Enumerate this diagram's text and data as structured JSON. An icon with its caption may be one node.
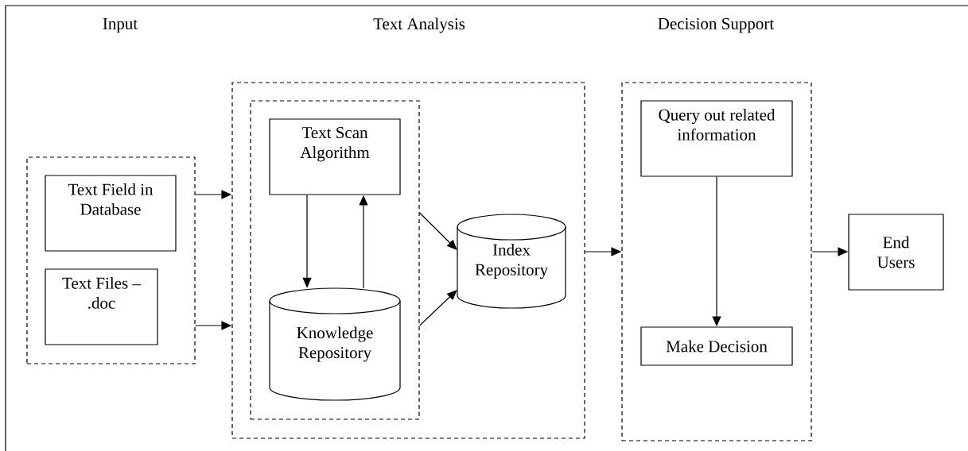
{
  "diagram": {
    "nodes": [
      {
        "text": [],
        "shape": "box"
      },
      {
        "text": [
          "Text Field in Database"
        ],
        "in": 0
      },
      {
        "text": [
          "Text Files – .doc"
        ],
        "in": 0
      },
      {
        "text": [],
        "shape": "box"
      },
      {
        "text": [],
        "shape": "box",
        "in": 3
      },
      {
        "text": [
          "Text Scan Algorithm"
        ],
        "in": 4
      },
      {
        "text": [
          "Knowledge Repository"
        ],
        "in": 4
      },
      {
        "text": [
          "Index Repository"
        ],
        "in": 3
      },
      {
        "text": [],
        "shape": "box"
      },
      {
        "text": [
          "Query out related information"
        ],
        "in": 8
      },
      {
        "text": [
          "Make Decision"
        ],
        "in": 8
      },
      {
        "text": [
          "End Users"
        ]
      }
    ],
    "edges": [
      {
        "from": 0,
        "to": 3,
        "arrow": "to"
      },
      {
        "from": 0,
        "to": 3,
        "arrow": "to"
      },
      {
        "from": 5,
        "to": 6,
        "arrow": "to"
      },
      {
        "from": 6,
        "to": 5,
        "arrow": "to"
      },
      {
        "from": 4,
        "to": 7,
        "arrow": "to"
      },
      {
        "from": 4,
        "to": 7,
        "arrow": "to"
      },
      {
        "from": 3,
        "to": 8,
        "arrow": "to"
      },
      {
        "from": 9,
        "to": 10,
        "arrow": "to"
      },
      {
        "from": 8,
        "to": 11,
        "arrow": "to"
      }
    ],
    "labels": [
      "Input",
      "Text Analysis",
      "Decision Support"
    ]
  }
}
